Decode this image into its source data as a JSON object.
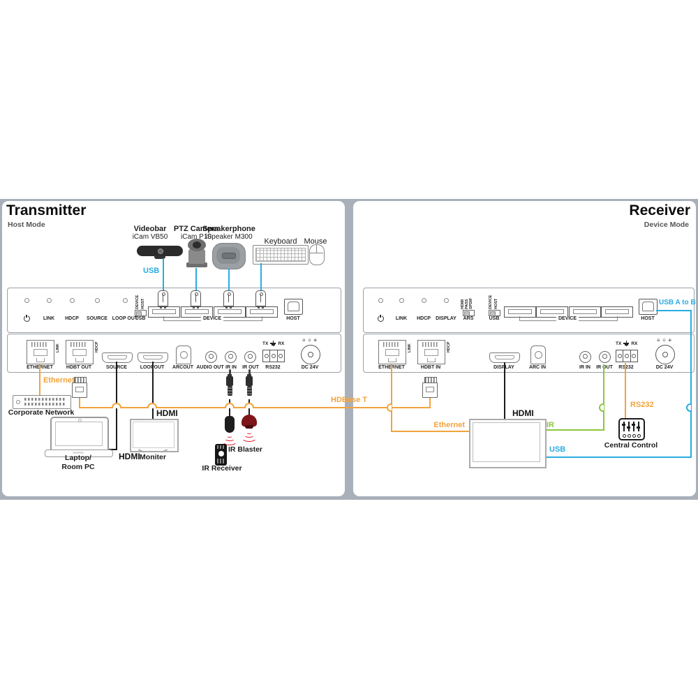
{
  "tx": {
    "title": "Transmitter",
    "mode": "Host Mode",
    "videobar_name": "Videobar",
    "videobar_model": "iCam VB50",
    "ptz_name": "PTZ Camera",
    "ptz_model": "iCam P10",
    "spk_name": "Speakerphone",
    "spk_model": "iSpeaker M300",
    "keyboard": "Keyboard",
    "mouse": "Mouse",
    "usb_cable": "USB",
    "front": {
      "led_link": "LINK",
      "led_hdcp": "HDCP",
      "led_source": "SOURCE",
      "led_loopout": "LOOP OUT",
      "sw_device": "DEVICE",
      "sw_host": "HOST",
      "sw_usb": "USB",
      "device": "DEVICE",
      "host": "HOST"
    },
    "rear": {
      "ethernet": "ETHERNET",
      "link": "LINK",
      "hdbt": "HDBT OUT",
      "hdcp": "HDCP",
      "source": "SOURCE",
      "loopout": "LOOPOUT",
      "arc": "ARCOUT",
      "audio": "AUDIO OUT",
      "irin": "IR IN",
      "irout": "IR OUT",
      "rs232": "RS232",
      "tx": "TX",
      "rx": "RX",
      "dc": "DC 24V",
      "polarity": "⊖ ⊙ ⊕"
    },
    "ethernet": "Ethernet",
    "network": "Corporate Network",
    "hdmi1": "HDMI",
    "hdmi2": "HDMI",
    "laptop1": "Laptop/",
    "laptop2": "Room PC",
    "monitor": "Moniter",
    "ir_receiver": "IR Receiver",
    "ir_blaster": "IR Blaster"
  },
  "rx": {
    "title": "Receiver",
    "mode": "Device Mode",
    "front": {
      "led_link": "LINK",
      "led_hdcp": "HDCP",
      "led_display": "DISPLAY",
      "ars_hdmi": "HDMI",
      "ars_pass": "PASS",
      "ars_spdif": "SPDIF",
      "sw_ars": "ARS",
      "sw_device": "DEVICE",
      "sw_host": "HOST",
      "sw_usb": "USB",
      "device": "DEVICE",
      "host": "HOST",
      "usb_ab": "USB A to B"
    },
    "rear": {
      "ethernet": "ETHERNET",
      "link": "LINK",
      "hdbt": "HDBT IN",
      "hdcp": "HDCP",
      "display": "DISPLAY",
      "arc": "ARC IN",
      "irin": "IR IN",
      "irout": "IR OUT",
      "rs232": "RS232",
      "tx": "TX",
      "rx": "RX",
      "dc": "DC 24V",
      "polarity": "⊖ ⊙ ⊕"
    },
    "ethernet": "Ethernet",
    "hdmi": "HDMI",
    "ir": "IR",
    "usb": "USB",
    "rs232": "RS232",
    "central": "Central Control"
  },
  "link": "HDBase T",
  "colors": {
    "orange": "#F2A33C",
    "cyan": "#29ABE2",
    "green": "#8CC63F",
    "red": "#E01F2D",
    "band": "#A9B0BA"
  }
}
